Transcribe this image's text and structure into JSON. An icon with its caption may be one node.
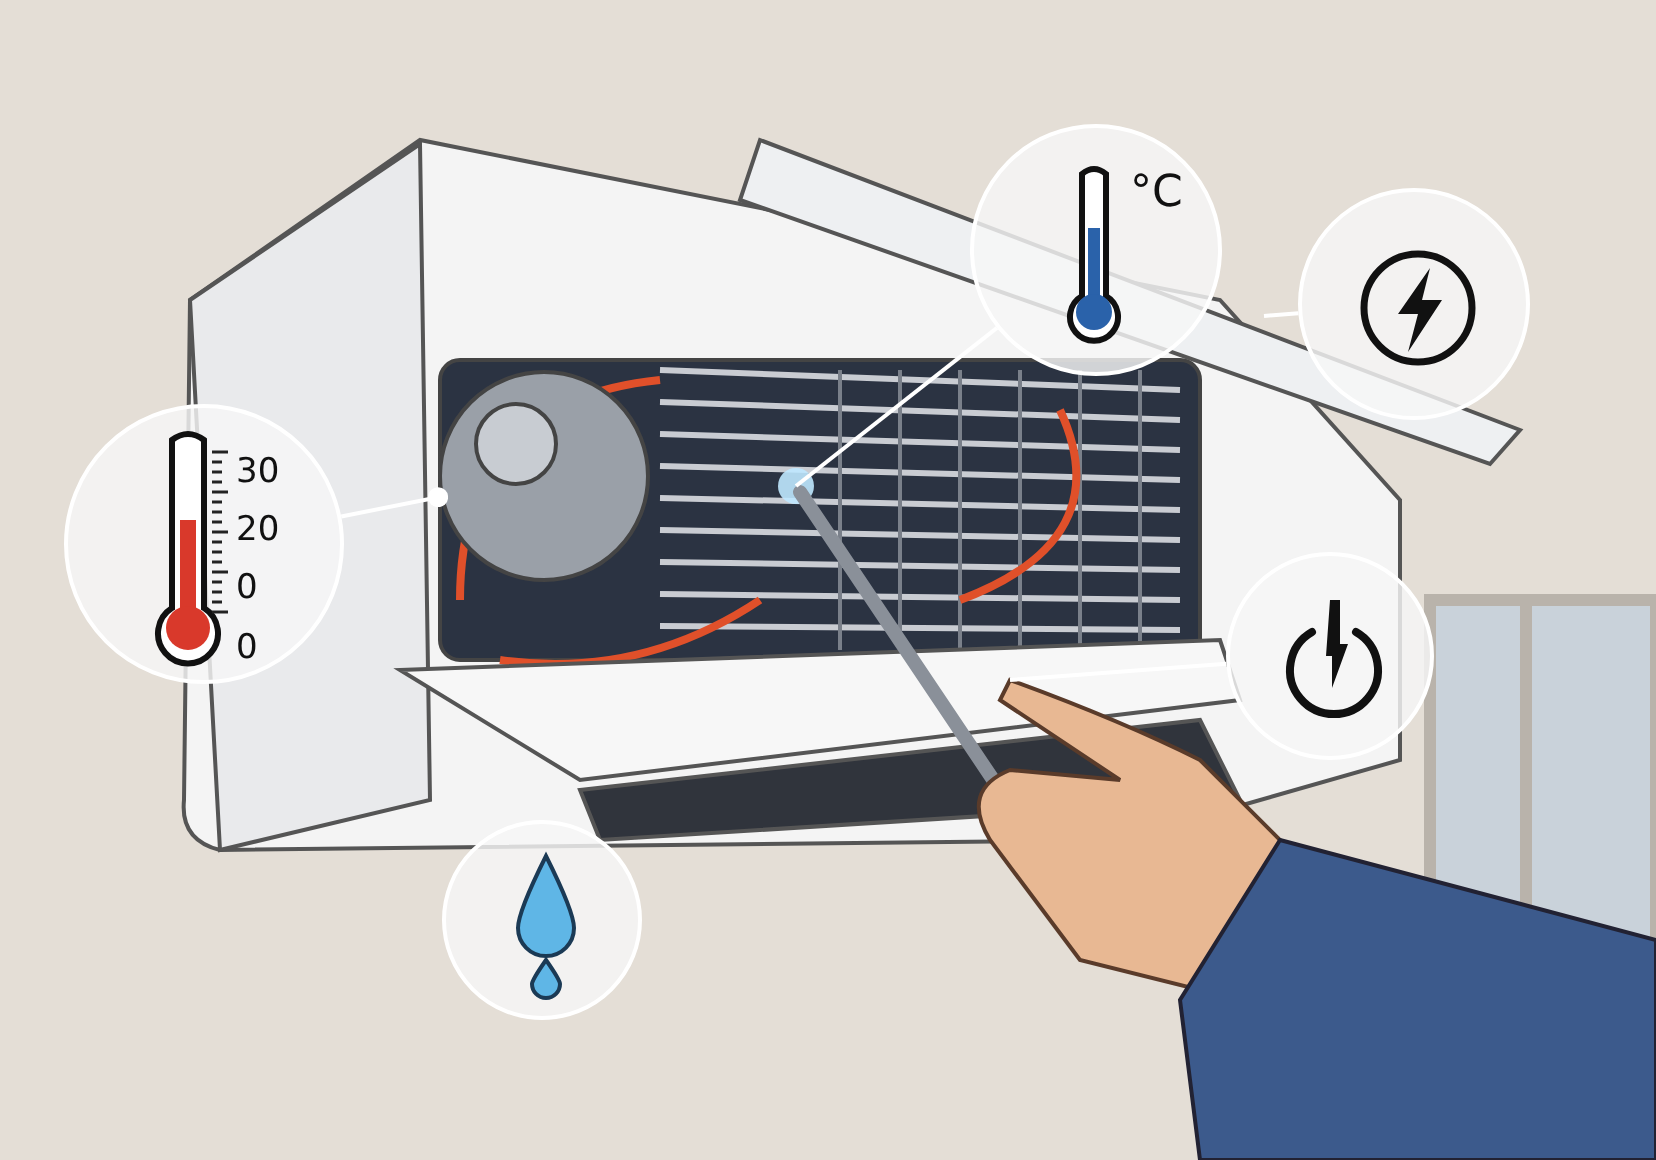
{
  "diagram": {
    "nodes": [
      {
        "text": [
          "30",
          "20",
          "0",
          "0"
        ]
      },
      {
        "text": [
          "°C"
        ]
      },
      {
        "text": [],
        "shape": "picture"
      },
      {
        "text": [],
        "shape": "picture"
      },
      {
        "text": [],
        "shape": "picture"
      },
      {
        "text": [],
        "shape": "picture"
      }
    ],
    "edges": [
      {
        "from": 0,
        "to": 5,
        "arrow": "other"
      },
      {
        "from": 1,
        "to": null,
        "arrow": "none"
      },
      {
        "from": 2,
        "to": null,
        "arrow": "none"
      },
      {
        "from": 3,
        "to": null,
        "arrow": "none"
      }
    ]
  }
}
